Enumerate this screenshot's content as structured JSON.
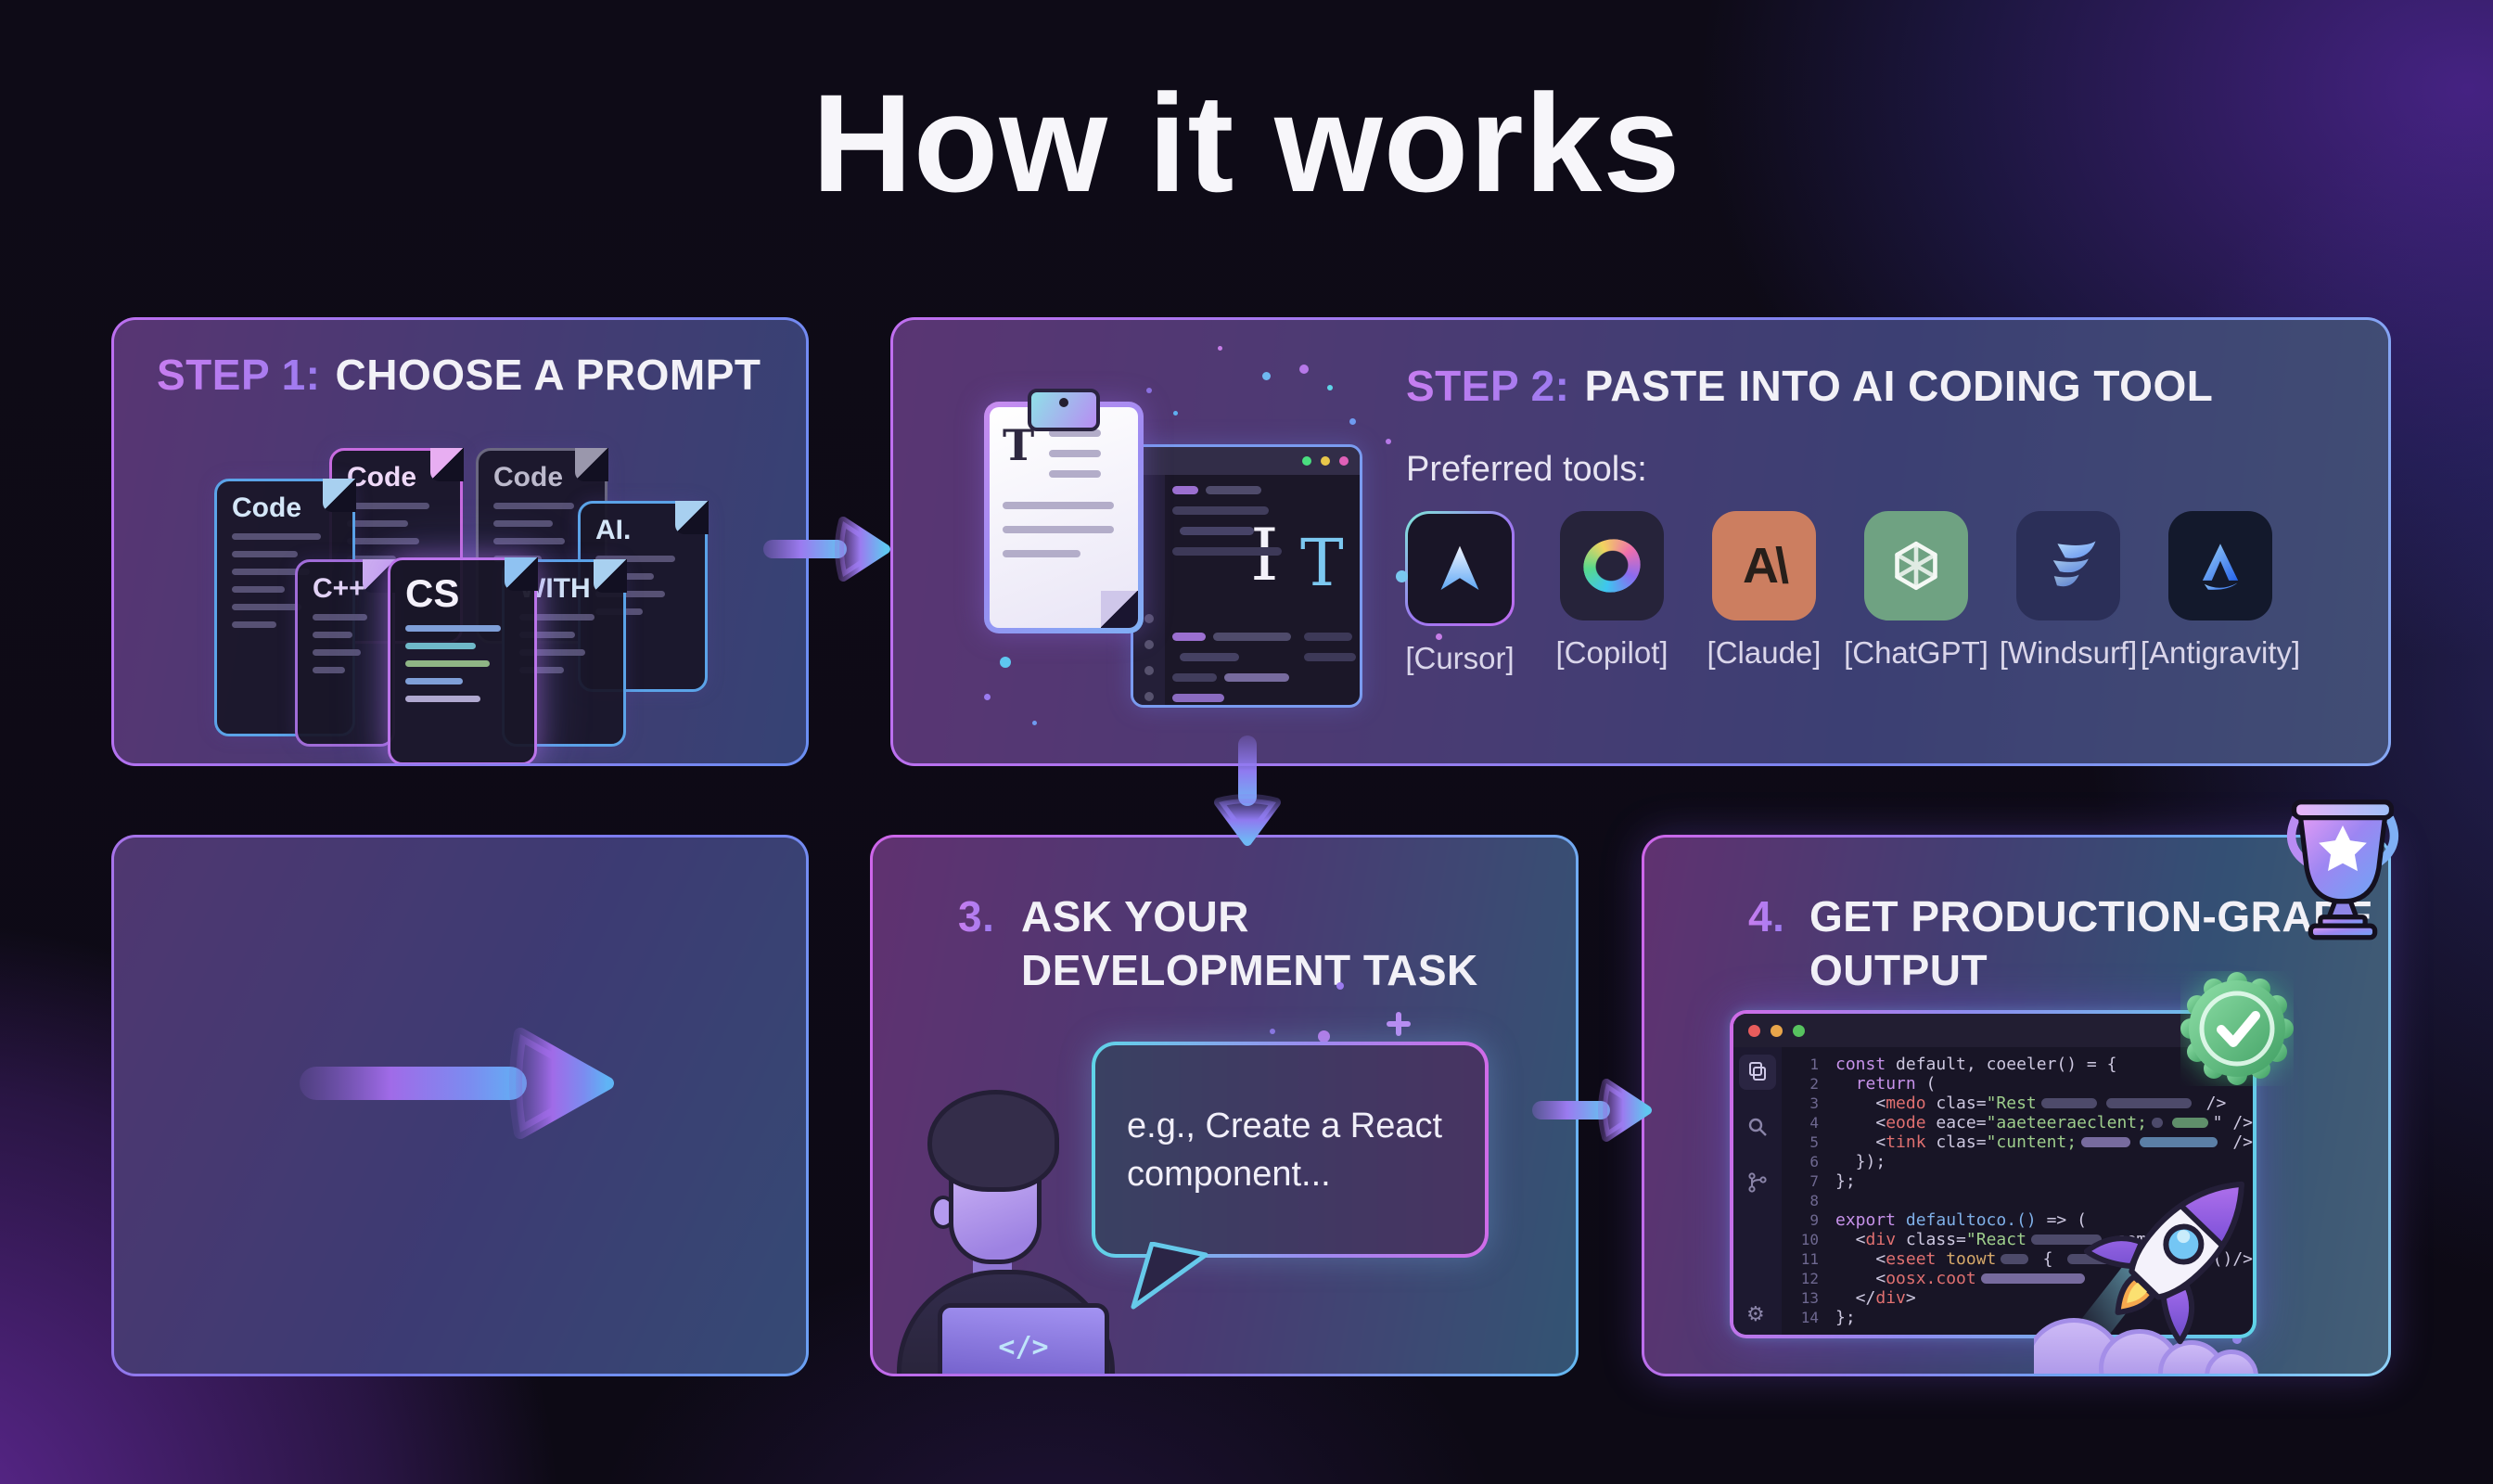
{
  "title": "How it works",
  "step1": {
    "label": "STEP 1:",
    "title": "CHOOSE A PROMPT",
    "documents": [
      {
        "label": "Code",
        "theme": "blue"
      },
      {
        "label": "Code",
        "theme": "magenta"
      },
      {
        "label": "Code",
        "theme": "gray"
      },
      {
        "label": "AI.",
        "theme": "blue"
      },
      {
        "label": "C++",
        "theme": "purple"
      },
      {
        "label": "CS",
        "theme": "center"
      },
      {
        "label": "WITH",
        "theme": "blue"
      }
    ]
  },
  "step2": {
    "label": "STEP 2:",
    "title": "PASTE INTO AI CODING TOOL",
    "preferred_label": "Preferred tools:",
    "clipboard_letter": "T",
    "editor_cursor_letter": "I",
    "editor_letter": "T",
    "tools": [
      {
        "name": "cursor",
        "label": "[Cursor]"
      },
      {
        "name": "copilot",
        "label": "[Copilot]"
      },
      {
        "name": "claude",
        "label": "[Claude]",
        "glyph": "A\\"
      },
      {
        "name": "chatgpt",
        "label": "[ChatGPT]"
      },
      {
        "name": "windsurf",
        "label": "[Windsurf]"
      },
      {
        "name": "antigravity",
        "label": "[Antigravity]"
      }
    ]
  },
  "step3": {
    "number": "3.",
    "title_line1": "ASK YOUR",
    "title_line2": "DEVELOPMENT TASK",
    "bubble_line1": "e.g., Create a React",
    "bubble_line2": "component...",
    "laptop_glyph": "</>"
  },
  "step4": {
    "number": "4.",
    "title_line1": "GET PRODUCTION-GRADE",
    "title_line2": "OUTPUT",
    "editor": {
      "lines": [
        {
          "n": "1",
          "seg": [
            {
              "t": "const ",
              "c": "kw"
            },
            {
              "t": "default, coeeler() = {",
              "c": "plain"
            }
          ]
        },
        {
          "n": "2",
          "seg": [
            {
              "t": "  ",
              "c": "plain"
            },
            {
              "t": "return",
              "c": "kw"
            },
            {
              "t": " (",
              "c": "plain"
            }
          ]
        },
        {
          "n": "3",
          "seg": [
            {
              "t": "    <",
              "c": "plain"
            },
            {
              "t": "medo",
              "c": "tag"
            },
            {
              "t": " clas=",
              "c": "plain"
            },
            {
              "t": "\"Rest",
              "c": "str"
            },
            {
              "bar": 60,
              "c": "slate"
            },
            {
              "bar": 92,
              "c": "slate"
            },
            {
              "t": " />",
              "c": "plain"
            }
          ]
        },
        {
          "n": "4",
          "seg": [
            {
              "t": "    <",
              "c": "plain"
            },
            {
              "t": "eode",
              "c": "tag"
            },
            {
              "t": " eace=",
              "c": "plain"
            },
            {
              "t": "\"aaeteeraeclent;",
              "c": "str"
            },
            {
              "bar": 38,
              "c": "slate"
            },
            {
              "bar": 128,
              "c": "green"
            },
            {
              "t": "\" />",
              "c": "plain"
            }
          ]
        },
        {
          "n": "5",
          "seg": [
            {
              "t": "    <",
              "c": "plain"
            },
            {
              "t": "tink",
              "c": "tag"
            },
            {
              "t": " clas=",
              "c": "plain"
            },
            {
              "t": "\"cuntent;",
              "c": "str"
            },
            {
              "bar": 58,
              "c": "purple"
            },
            {
              "bar": 92,
              "c": "blue"
            },
            {
              "t": " />",
              "c": "plain"
            }
          ]
        },
        {
          "n": "6",
          "seg": [
            {
              "t": "  });",
              "c": "plain"
            }
          ]
        },
        {
          "n": "7",
          "seg": [
            {
              "t": "};",
              "c": "plain"
            }
          ]
        },
        {
          "n": "8",
          "seg": []
        },
        {
          "n": "9",
          "seg": [
            {
              "t": "export ",
              "c": "kw"
            },
            {
              "t": "defaultoco.() ",
              "c": "fn"
            },
            {
              "t": "=> (",
              "c": "plain"
            }
          ]
        },
        {
          "n": "10",
          "seg": [
            {
              "t": "  <",
              "c": "plain"
            },
            {
              "t": "div",
              "c": "tag"
            },
            {
              "t": " class=",
              "c": "plain"
            },
            {
              "t": "\"React",
              "c": "str"
            },
            {
              "bar": 76,
              "c": "slate"
            },
            {
              "t": " semcott\">",
              "c": "plain"
            }
          ]
        },
        {
          "n": "11",
          "seg": [
            {
              "t": "    <",
              "c": "plain"
            },
            {
              "t": "eseet",
              "c": "tag"
            },
            {
              "t": " toowt",
              "c": "attr"
            },
            {
              "bar": 48,
              "c": "slate"
            },
            {
              "t": " { ",
              "c": "plain"
            },
            {
              "bar": 88,
              "c": "slate"
            },
            {
              "t": ".wendisit()/>",
              "c": "plain"
            }
          ]
        },
        {
          "n": "12",
          "seg": [
            {
              "t": "    <",
              "c": "plain"
            },
            {
              "t": "oosx.coot",
              "c": "tag"
            },
            {
              "bar": 112,
              "c": "purple"
            }
          ]
        },
        {
          "n": "13",
          "seg": [
            {
              "t": "  </",
              "c": "plain"
            },
            {
              "t": "div",
              "c": "tag"
            },
            {
              "t": ">",
              "c": "plain"
            }
          ]
        },
        {
          "n": "14",
          "seg": [
            {
              "t": "};",
              "c": "plain"
            }
          ]
        }
      ]
    }
  },
  "colors": {
    "accent_purple": "#b583f2",
    "accent_blue": "#5fb4f5",
    "accent_cyan": "#5fd4e8",
    "accent_magenta": "#d06be8",
    "badge_green": "#3f9e62"
  }
}
